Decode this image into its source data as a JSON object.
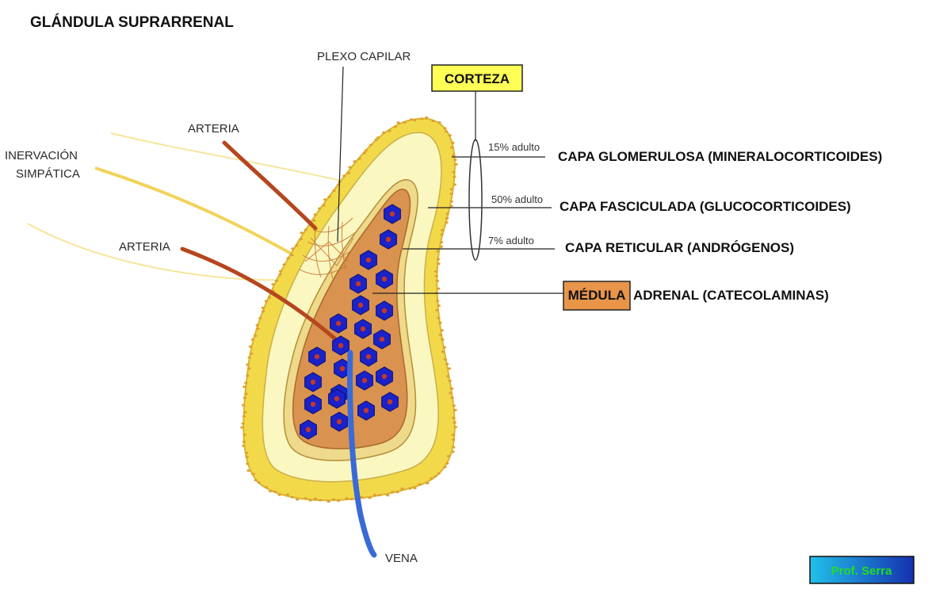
{
  "title": "GLÁNDULA SUPRARRENAL",
  "labels": {
    "plexo": "PLEXO CAPILAR",
    "arteria_top": "ARTERIA",
    "inervacion_line1": "INERVACIÓN",
    "inervacion_line2": "SIMPÁTICA",
    "arteria_mid": "ARTERIA",
    "vena": "VENA"
  },
  "corteza": {
    "label": "CORTEZA",
    "fill": "#ffff55"
  },
  "layers": [
    {
      "percent": "15% adulto",
      "name": "CAPA GLOMERULOSA (MINERALOCORTICOIDES)"
    },
    {
      "percent": "50% adulto",
      "name": "CAPA FASCICULADA (GLUCOCORTICOIDES)"
    },
    {
      "percent": "7% adulto",
      "name": "CAPA RETICULAR (ANDRÓGENOS)"
    }
  ],
  "medula": {
    "box_label": "MÉDULA",
    "rest_label": "ADRENAL (CATECOLAMINAS)",
    "fill": "#e8954a"
  },
  "credit": "Prof. Serra",
  "colors": {
    "capsule": "#f2d94a",
    "capsule_dots": "#e0a030",
    "fasciculata": "#fbf7c0",
    "reticular": "#f0e09a",
    "medulla": "#d9924f",
    "cells": "#1a22c8",
    "artery": "#b5461e",
    "nerve": "#f5d770",
    "vein": "#3a6ad8"
  }
}
